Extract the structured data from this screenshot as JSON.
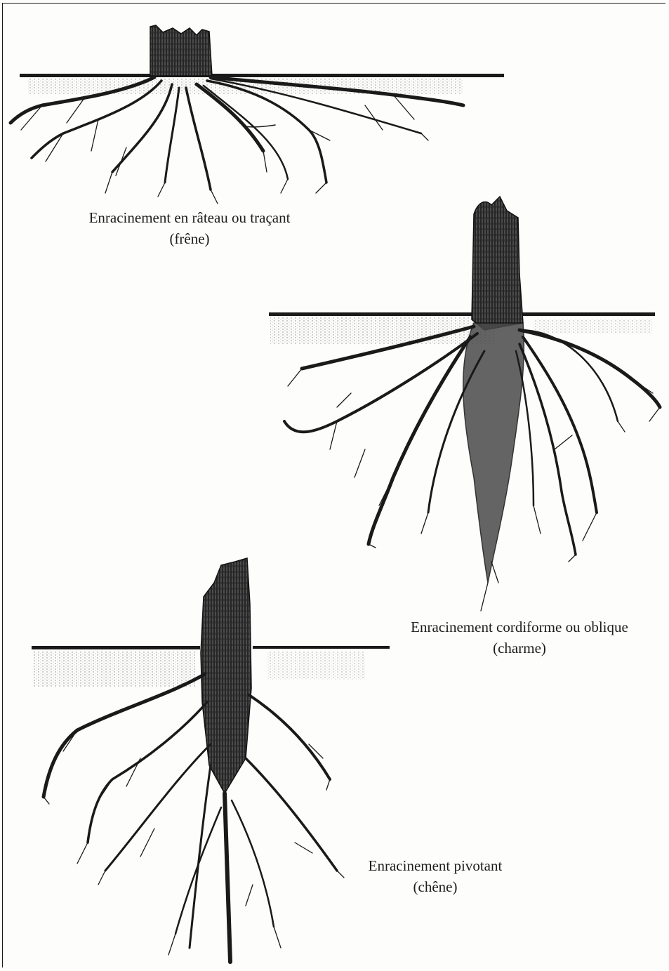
{
  "figure": {
    "ink_color": "#1a1a1a",
    "paper_color": "#fdfdfb",
    "panels": [
      {
        "id": "frene",
        "title": "Enracinement en râteau ou traçant",
        "species": "(frêne)"
      },
      {
        "id": "charme",
        "title": "Enracinement cordiforme ou oblique",
        "species": "(charme)"
      },
      {
        "id": "chene",
        "title": "Enracinement pivotant",
        "species": "(chêne)"
      }
    ]
  }
}
